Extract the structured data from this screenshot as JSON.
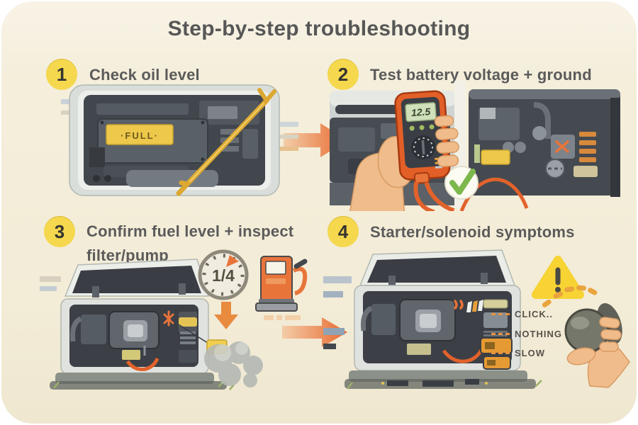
{
  "title": "Step-by-step troubleshooting",
  "steps": [
    {
      "number": "1",
      "label": "Check oil level"
    },
    {
      "number": "2",
      "label": "Test battery voltage + ground"
    },
    {
      "number": "3",
      "label": "Confirm fuel level + inspect filter/pump"
    },
    {
      "number": "4",
      "label": "Starter/solenoid symptoms"
    }
  ],
  "illustrations": {
    "oil_check": {
      "dipstick_plate_label": "·FULL·"
    },
    "battery_test": {
      "multimeter_reading": "12.5"
    },
    "fuel_check": {
      "gauge_reading": "1/4"
    },
    "starter_symptoms": {
      "symptoms": [
        "CLICK..",
        "NOTHING",
        "SLOW"
      ]
    }
  },
  "colors": {
    "card_background": "#f4eedb",
    "badge_yellow": "#f5d84e",
    "accent_orange": "#e8743a",
    "heading_gray": "#5b5b5b",
    "check_green": "#7cb84c",
    "warning_yellow": "#f7d334",
    "dipstick_plate_yellow": "#edc84b",
    "lcd_green": "#cfe0ba"
  }
}
